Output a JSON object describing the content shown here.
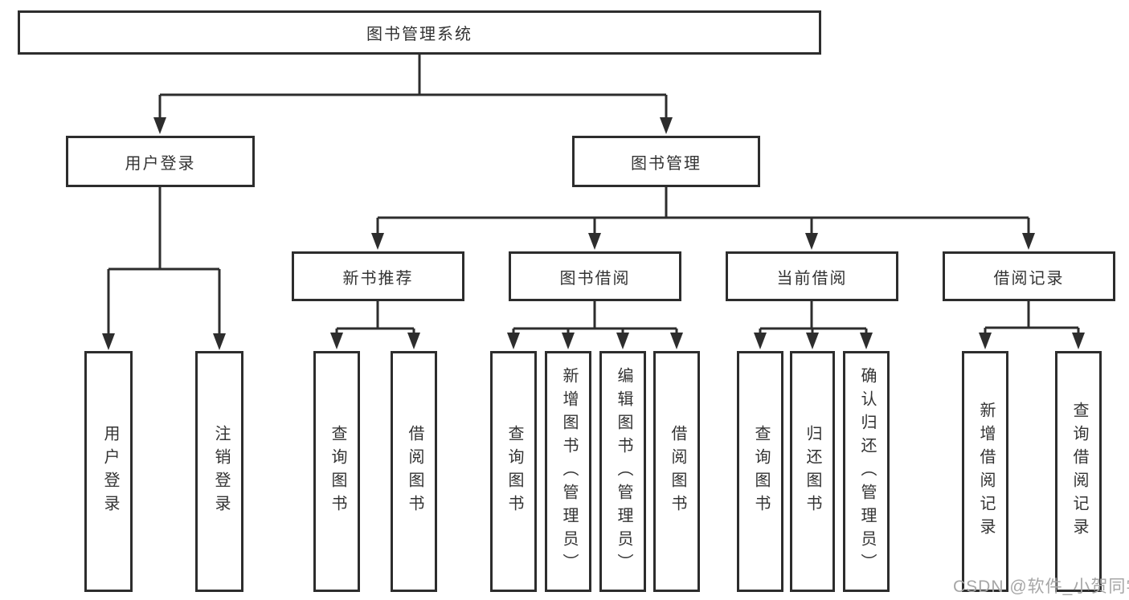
{
  "diagram": {
    "title": "图书管理系统",
    "branches": {
      "user_login": {
        "label": "用户登录",
        "children": {
          "login": "用户登录",
          "logout": "注销登录"
        }
      },
      "book_management": {
        "label": "图书管理",
        "children": {
          "new_book_recommend": {
            "label": "新书推荐",
            "children": {
              "query_books": "查询图书",
              "borrow_books": "借阅图书"
            }
          },
          "book_borrow": {
            "label": "图书借阅",
            "children": {
              "query_books": "查询图书",
              "add_books": "新增图书（管理员）",
              "edit_books": "编辑图书（管理员）",
              "borrow_books": "借阅图书"
            }
          },
          "current_borrow": {
            "label": "当前借阅",
            "children": {
              "query_books": "查询图书",
              "return_books": "归还图书",
              "confirm_return": "确认归还（管理员）"
            }
          },
          "borrow_records": {
            "label": "借阅记录",
            "children": {
              "add_record": "新增借阅记录",
              "query_record": "查询借阅记录"
            }
          }
        }
      }
    },
    "colors": {
      "line": "#2d2d2d",
      "text": "#333333",
      "watermark": "#a6a6a6"
    },
    "watermark": "CSDN @软件_小贺同学"
  }
}
